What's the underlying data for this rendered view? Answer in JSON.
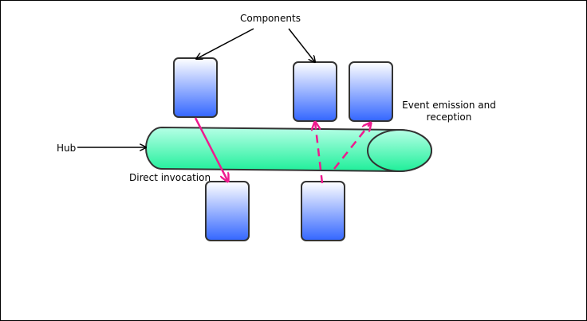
{
  "labels": {
    "components": "Components",
    "hub": "Hub",
    "direct_invocation": "Direct invocation",
    "event_line1": "Event emission and",
    "event_line2": "reception"
  },
  "colors": {
    "component_top": "#ffffff",
    "component_bottom": "#3366ff",
    "hub_top": "#b6ffe6",
    "hub_bottom": "#1fef9a",
    "connector": "#ee1a8e",
    "outline": "#333333",
    "text": "#000000"
  }
}
